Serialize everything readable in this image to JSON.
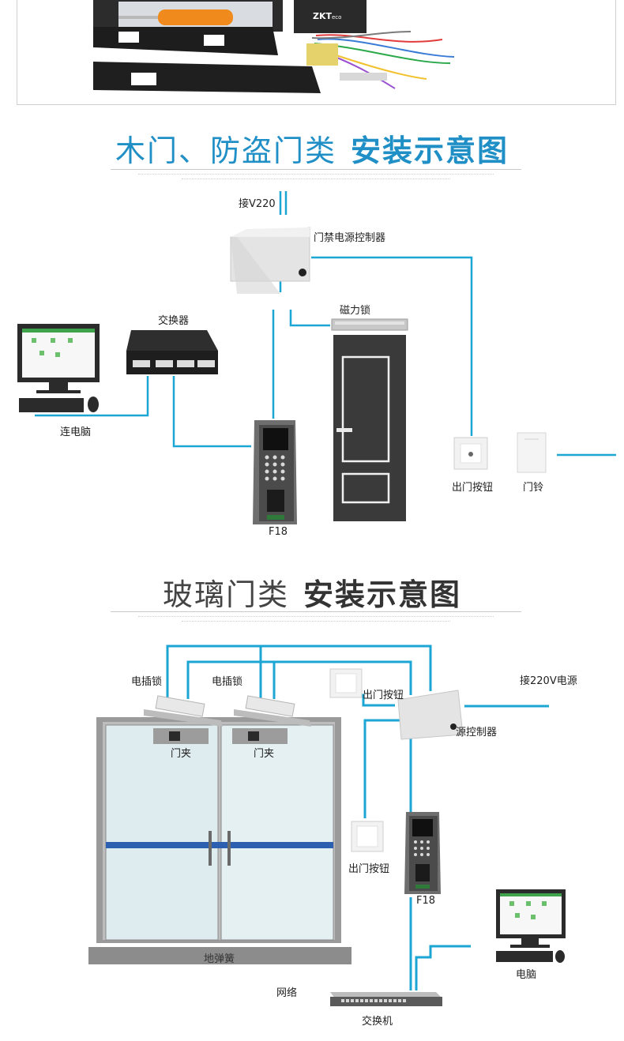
{
  "product_photo": {
    "brand_mark": "ZKTeco"
  },
  "section1": {
    "title_light": "木门、防盗门类",
    "title_bold": "安装示意图",
    "labels": {
      "power_input": "接V220",
      "power_controller": "门禁电源控制器",
      "switch": "交换器",
      "magnetic_lock": "磁力锁",
      "computer": "连电脑",
      "device": "F18",
      "exit_button": "出门按钮",
      "doorbell": "门铃"
    }
  },
  "section2": {
    "title_light": "玻璃门类",
    "title_bold": "安装示意图",
    "labels": {
      "electric_lock_1": "电插锁",
      "electric_lock_2": "电插锁",
      "exit_button_top": "出门按钮",
      "power_input": "接220V电源",
      "power_controller": "源控制器",
      "door_clamp_1": "门夹",
      "door_clamp_2": "门夹",
      "exit_button_side": "出门按钮",
      "device": "F18",
      "floor_spring": "地弹簧",
      "computer": "电脑",
      "network": "网络",
      "switch": "交换机"
    }
  },
  "colors": {
    "wire": "#1ba6d4",
    "door_dark": "#3a3a3a",
    "title_blue": "#1f8fc6",
    "floor_bar": "#8c8c8c"
  }
}
